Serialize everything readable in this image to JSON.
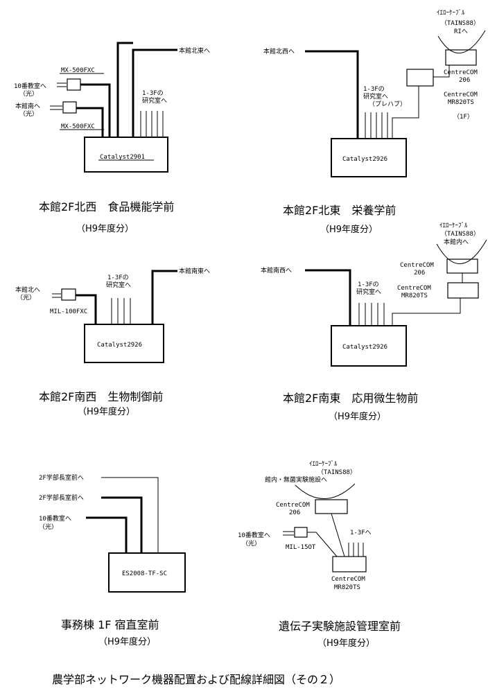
{
  "footer": "農学部ネットワーク機器配置および配線詳細図（その２）",
  "year": "（H9年度分）",
  "p1": {
    "title": "本館2F北西　食品機能学前",
    "device": "Catalyst2901",
    "to_ne": "本館北東へ",
    "lab": [
      "1-3Fの",
      "研究室へ"
    ],
    "room10": [
      "10番教室へ",
      "（光）"
    ],
    "south": [
      "本館南へ",
      "（光）"
    ],
    "conv_top": "MX-500FXC",
    "conv_bot": "MX-500FXC"
  },
  "p2": {
    "title": "本館2F北東　栄養学前",
    "device": "Catalyst2926",
    "to_nw": "本館北西へ",
    "lab": [
      "1-3Fの",
      "研究室へ",
      "（プレハブ）"
    ],
    "yellow": [
      "ｲｴﾛｰｹｰﾌﾞﾙ",
      "（TAINS88）",
      "RIへ"
    ],
    "centre206": [
      "CentreCOM",
      "206"
    ],
    "mr820": [
      "CentreCOM",
      "MR820TS"
    ],
    "floor": "（1F）"
  },
  "p3": {
    "title": "本館2F南西　生物制御前",
    "device": "Catalyst2926",
    "to_se": "本館南東へ",
    "lab": [
      "1-3Fの",
      "研究室へ"
    ],
    "north": [
      "本館北へ",
      "（光）"
    ],
    "conv": "MIL-100FXC"
  },
  "p4": {
    "title": "本館2F南東　応用微生物前",
    "device": "Catalyst2926",
    "to_sw": "本館南西へ",
    "lab": [
      "1-3Fの",
      "研究室へ"
    ],
    "yellow": [
      "ｲｴﾛｰｹｰﾌﾞﾙ",
      "（TAINS88）",
      "本館内へ"
    ],
    "centre206": [
      "CentreCOM",
      "206"
    ],
    "mr820": [
      "CentreCOM",
      "MR820TS"
    ]
  },
  "p5": {
    "title": "事務棟 1F 宿直室前",
    "device": "ES2008-TF-SC",
    "line1": "2F学部長室前へ",
    "line2": "2F学部長室前へ",
    "room10": [
      "10番教室へ",
      "（光）"
    ]
  },
  "p6": {
    "title": "遺伝子実験施設管理室前",
    "yellow": [
      "ｲｴﾛｰｹｰﾌﾞﾙ",
      "（TAINS88）",
      "館内・無菌実験施設へ"
    ],
    "centre206": [
      "CentreCOM",
      "206"
    ],
    "room10": [
      "10番教室へ",
      "（光）"
    ],
    "conv": "MIL-15OT",
    "lab": "1-3Fへ",
    "mr820": [
      "CentreCOM",
      "MR820TS"
    ]
  }
}
